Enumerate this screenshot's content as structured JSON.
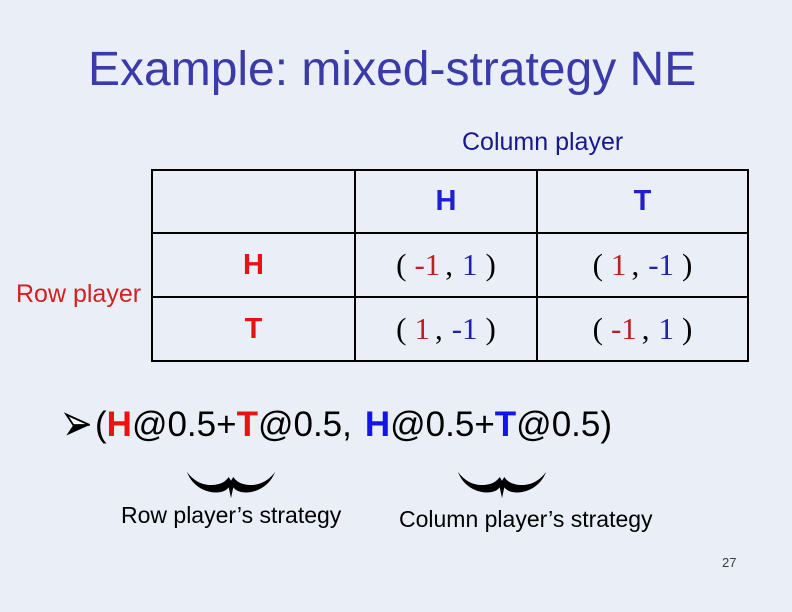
{
  "slide": {
    "title": "Example: mixed-strategy NE",
    "page_number": "27"
  },
  "labels": {
    "column_player": "Column player",
    "row_player": "Row player",
    "row_strategy_caption": "Row player’s strategy",
    "column_strategy_caption": "Column player’s strategy"
  },
  "game_table": {
    "column_headers": [
      "H",
      "T"
    ],
    "row_headers": [
      "H",
      "T"
    ],
    "paren_open": "(",
    "paren_close": ")",
    "comma": ",",
    "cells": [
      [
        {
          "row_payoff": "-1",
          "column_payoff": "1"
        },
        {
          "row_payoff": "1",
          "column_payoff": "-1"
        }
      ],
      [
        {
          "row_payoff": "1",
          "column_payoff": "-1"
        },
        {
          "row_payoff": "-1",
          "column_payoff": "1"
        }
      ]
    ]
  },
  "equilibrium": {
    "paren_open": "(",
    "row_h": "H",
    "row_mid": "@0.5+",
    "row_t": "T",
    "row_end": "@0.5,",
    "col_h": "H",
    "col_mid": "@0.5+",
    "col_t": "T",
    "col_end": "@0.5)"
  },
  "colors": {
    "background": "#e9eef7",
    "title_blue": "#3a3aa8",
    "column_header_blue": "#1f1fcc",
    "navy_label": "#18188c",
    "red_label": "#e41414",
    "row_player_red": "#d42020",
    "payoff_red": "#b82222",
    "payoff_blue": "#2222aa",
    "formula_red": "#ee1111",
    "formula_blue": "#1313ee",
    "border_black": "#000000"
  }
}
